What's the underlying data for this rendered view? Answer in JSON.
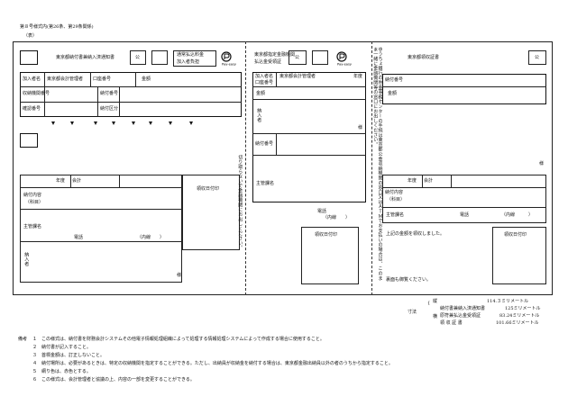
{
  "header": {
    "form_no": "第８号様式内(第26条、第29条関係)",
    "side": "（表）"
  },
  "panel1": {
    "title": "東京都納付書兼納入済通知書",
    "ko": "公",
    "fee1": "通常払込料金",
    "fee2": "加入者負担",
    "logo_text": "Pay-easy",
    "subscriber_label": "加入者名",
    "subscriber_value": "東京都会計管理者",
    "account_label": "口座番号",
    "amount_label": "金額",
    "collection_label": "収納機関番号",
    "payment_no_label": "納付番号",
    "confirm_label": "確認番号",
    "payment_class_label": "納付区分",
    "fiscal_year_label": "年度",
    "accounting_label": "会計",
    "content_label": "納付内容",
    "subject_label": "（科目）",
    "receipt_date_label": "領収日付印",
    "dept_label": "主管課名",
    "phone_label": "電話",
    "ext_label": "（内線",
    "ext_close": "）",
    "payer_label": "納入者",
    "sama_label": "様"
  },
  "panel2": {
    "title1": "東京都指定金融機関",
    "title2": "払込金受領証",
    "ko": "公",
    "logo_text": "Pay-easy",
    "subscriber_label": "加入者名",
    "subscriber_value": "東京都会計管理者",
    "fiscal_year_label": "年度",
    "account_label": "口座番号",
    "amount_label": "金額",
    "payer_label": "納入者",
    "sama_label": "様",
    "payment_no_label": "納付番号",
    "dept_label": "主管課名",
    "phone_label": "電話",
    "ext_label": "（内線",
    "ext_close": "）",
    "receipt_date_label": "領収日付印",
    "vertical_note": "切り取らないで金融機関にお出しください。"
  },
  "panel3": {
    "title": "東京都領収証書",
    "ko": "公",
    "vertical_note": "ゆうちょ銀行の貯金事務センターの手続は東京都公金収納機関の窓口又はＡＴＭでお支払いの場合は、このまま一緒に金融機関等の窓口にお出しください。",
    "payment_no_label": "納付番号",
    "amount_label": "金額",
    "sama_label": "様",
    "fiscal_year_label": "年度",
    "accounting_label": "会計",
    "content_label": "納付内容",
    "subject_label": "（科目）",
    "dept_label": "主管課名",
    "phone_label": "電話",
    "ext_label": "（内線",
    "ext_close": "）",
    "received_text": "上記の金額を領収しました。",
    "receipt_date_label": "領収日付印",
    "back_note": "裏面も御覧ください。"
  },
  "dimensions": {
    "label": "寸法",
    "vertical": "縦",
    "horizontal": "横",
    "v_value": "114.３ミリメートル",
    "h1_label": "納付書兼納入済通知書",
    "h1_value": "125ミリメートル",
    "h2_label": "原符兼払込金受領証",
    "h2_value": "83.24ミリメートル",
    "h3_label": "領 収 証 書",
    "h3_value": "101.66ミリメートル"
  },
  "notes": {
    "title": "備考",
    "items": [
      "１　この様式は、納付書を財務会計システムその他電子情報処理組織によって処理する情報処理システムによって作成する場合に使用すること。",
      "２　納付書が記入すること。",
      "３　首標金額は、訂正しないこと。",
      "４　納付場所は、必要があるときは、特定の収納機関を指定することができる。ただし、出納員が収納金を納付する場合は、東京都金融出納員以外の者のうちから指定すること。",
      "５　網り色は、赤色とする。",
      "６　この様式は、会計管理者と協議の上、内容の一部を変更することができる。"
    ]
  }
}
